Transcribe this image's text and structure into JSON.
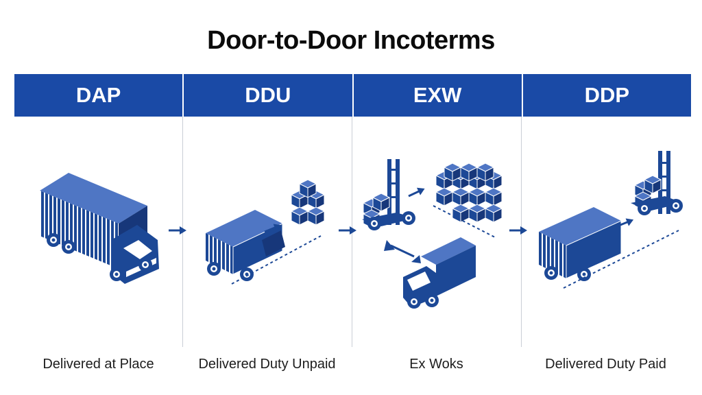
{
  "title": "Door-to-Door Incoterms",
  "colors": {
    "header_bg": "#1a4aa6",
    "icon": "#1c4896",
    "text": "#0b0b0b"
  },
  "columns": [
    {
      "code": "DAP",
      "caption": "Delivered at Place",
      "illustration": "large-cargo-truck-icon"
    },
    {
      "code": "DDU",
      "caption": "Delivered Duty Unpaid",
      "illustration": "truck-with-boxes-icon"
    },
    {
      "code": "EXW",
      "caption": "Ex Woks",
      "illustration": "forklift-boxes-truck-icon"
    },
    {
      "code": "DDP",
      "caption": "Delivered Duty Paid",
      "illustration": "truck-with-forklift-icon"
    }
  ]
}
